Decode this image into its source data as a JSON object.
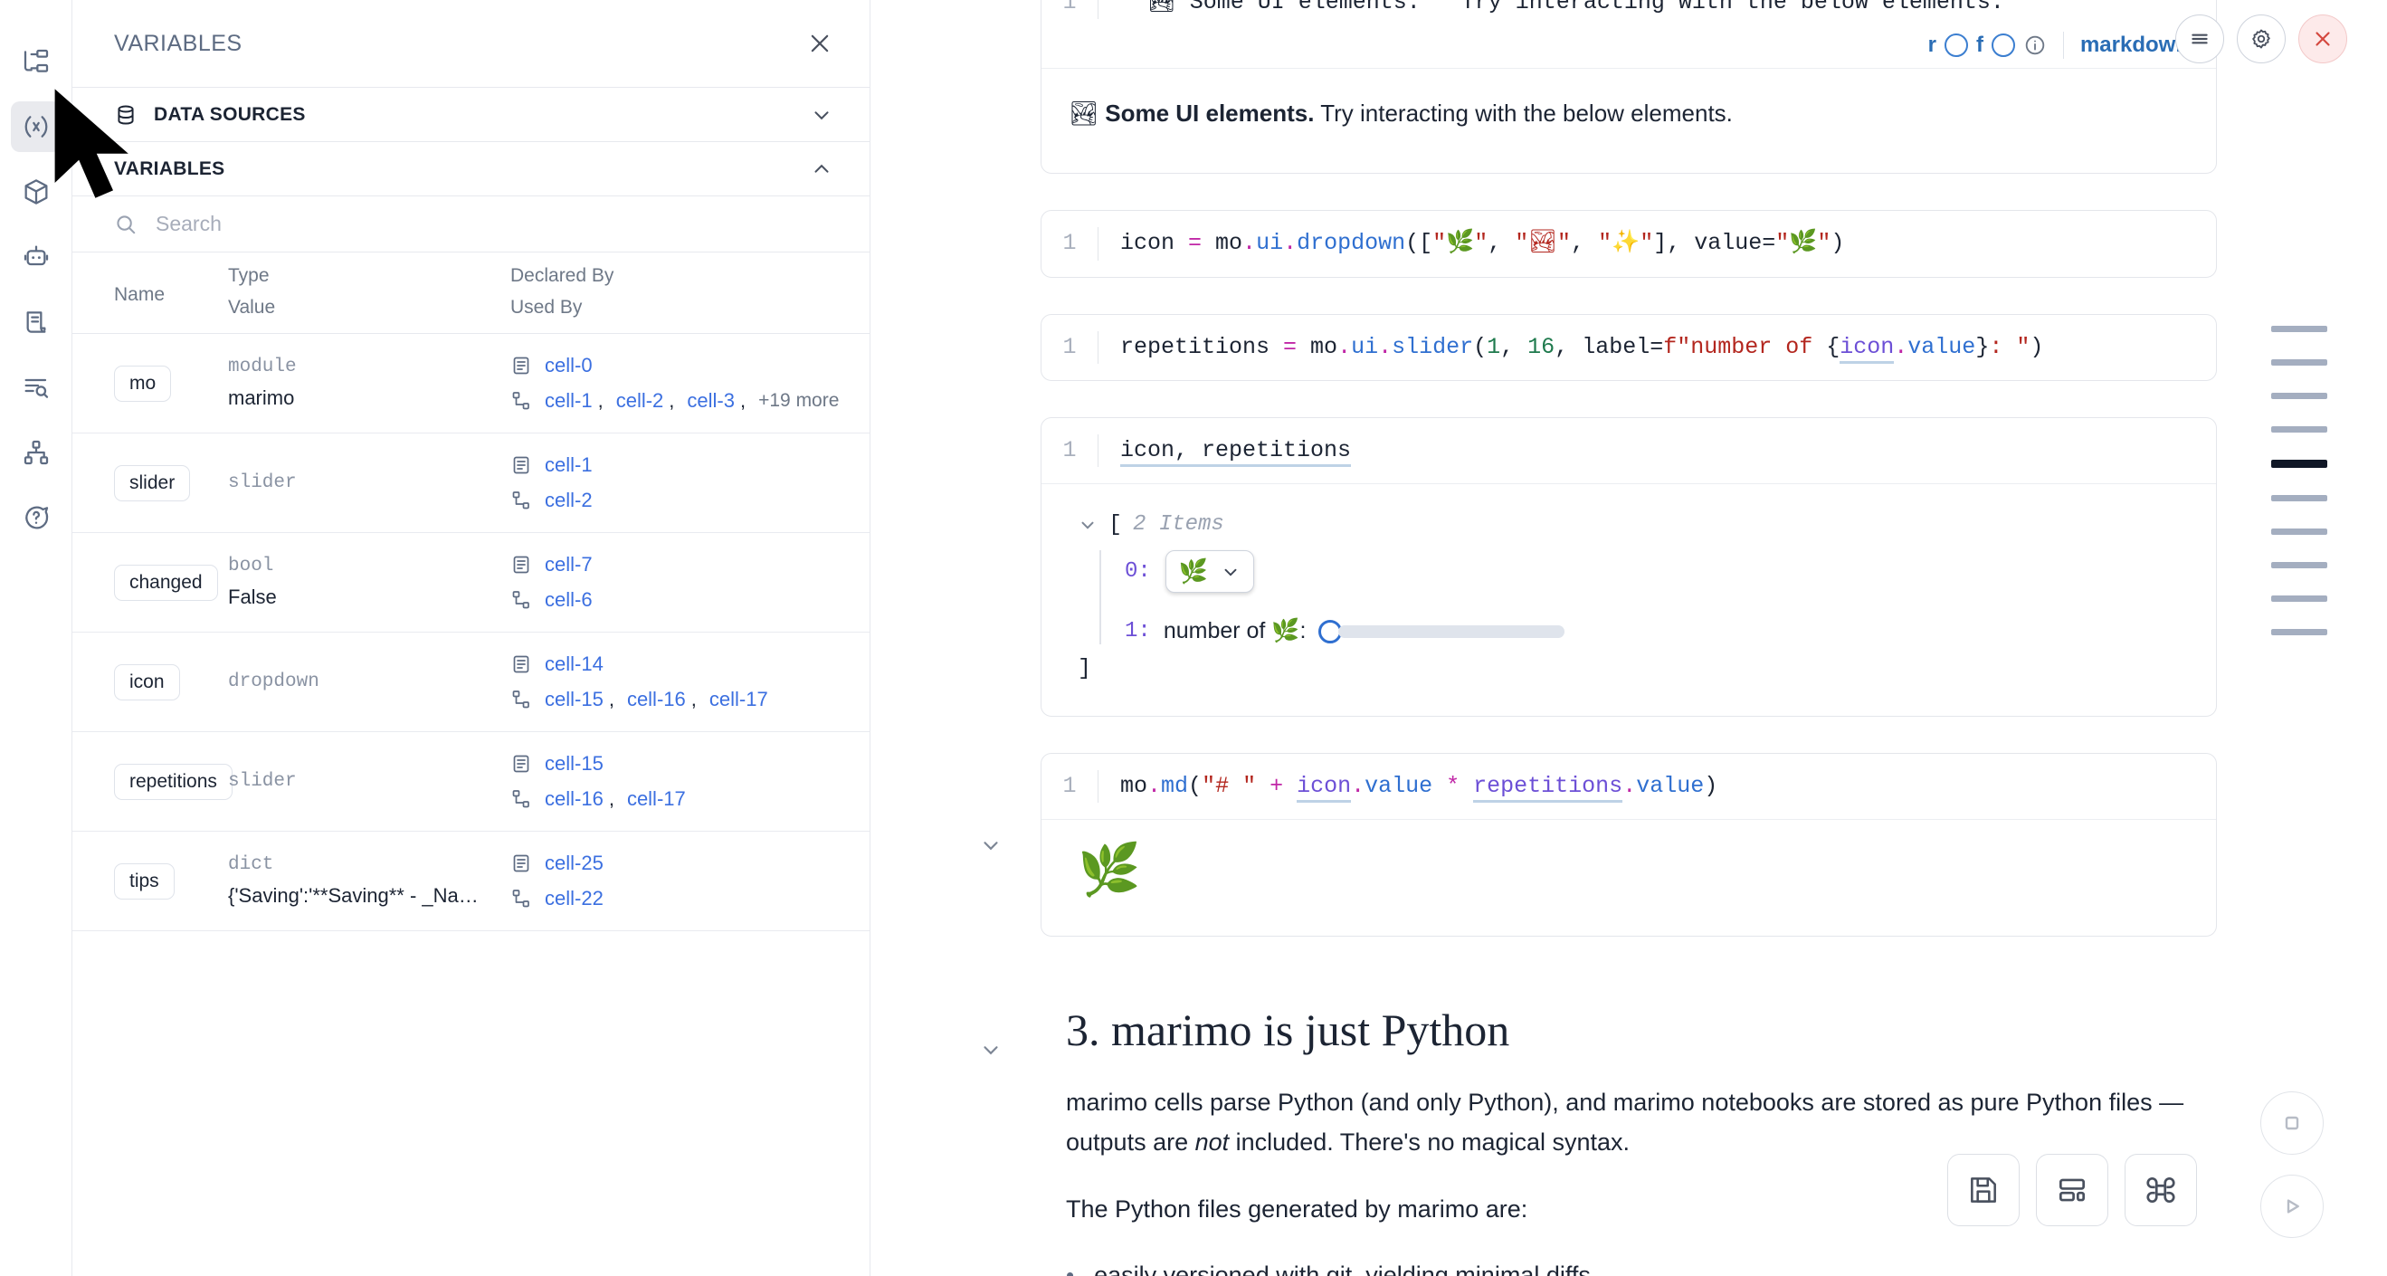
{
  "rail": {
    "items": [
      {
        "name": "file-tree-icon",
        "label": "File explorer"
      },
      {
        "name": "variables-icon",
        "label": "Variables",
        "active": true
      },
      {
        "name": "packages-icon",
        "label": "Packages"
      },
      {
        "name": "assistant-icon",
        "label": "AI assistant"
      },
      {
        "name": "documentation-icon",
        "label": "Documentation"
      },
      {
        "name": "search-icon",
        "label": "Search"
      },
      {
        "name": "dependency-graph-icon",
        "label": "Dependency graph"
      },
      {
        "name": "help-icon",
        "label": "Help"
      }
    ]
  },
  "panel": {
    "title": "VARIABLES",
    "close_label": "×",
    "sections": [
      {
        "label": "DATA SOURCES",
        "expanded": false
      },
      {
        "label": "VARIABLES",
        "expanded": true
      }
    ],
    "search": {
      "value": "",
      "placeholder": "Search"
    },
    "table": {
      "headers": {
        "name": "Name",
        "type": "Type",
        "value": "Value",
        "declared_by": "Declared By",
        "used_by": "Used By"
      },
      "rows": [
        {
          "name": "mo",
          "type": "module",
          "value": "marimo",
          "declared_by": [
            "cell-0"
          ],
          "used_by": [
            "cell-1",
            "cell-2",
            "cell-3"
          ],
          "used_by_more": "+19 more"
        },
        {
          "name": "slider",
          "type": "slider",
          "value": "",
          "declared_by": [
            "cell-1"
          ],
          "used_by": [
            "cell-2"
          ],
          "used_by_more": ""
        },
        {
          "name": "changed",
          "type": "bool",
          "value": "False",
          "declared_by": [
            "cell-7"
          ],
          "used_by": [
            "cell-6"
          ],
          "used_by_more": ""
        },
        {
          "name": "icon",
          "type": "dropdown",
          "value": "",
          "declared_by": [
            "cell-14"
          ],
          "used_by": [
            "cell-15",
            "cell-16",
            "cell-17"
          ],
          "used_by_more": ""
        },
        {
          "name": "repetitions",
          "type": "slider",
          "value": "",
          "declared_by": [
            "cell-15"
          ],
          "used_by": [
            "cell-16",
            "cell-17"
          ],
          "used_by_more": ""
        },
        {
          "name": "tips",
          "type": "dict",
          "value": "{'Saving':'**Saving** - _Na…",
          "declared_by": [
            "cell-25"
          ],
          "used_by": [
            "cell-22"
          ],
          "used_by_more": ""
        }
      ]
    }
  },
  "notebook": {
    "top_cell": {
      "line_no": "1",
      "code_truncated": "\"\"🏞 Some UI elements.\"\" Try interacting with the below elements.",
      "toolbar": {
        "r_label": "r",
        "f_label": "f",
        "info_icon": "info-icon",
        "language": "markdown"
      },
      "output_emoji": "🏞",
      "output_bold": "Some UI elements.",
      "output_rest": " Try interacting with the below elements."
    },
    "cells": [
      {
        "line_no": "1",
        "tokens": [
          {
            "t": "icon ",
            "c": "plain"
          },
          {
            "t": "= ",
            "c": "op"
          },
          {
            "t": "mo",
            "c": "plain"
          },
          {
            "t": ".",
            "c": "op"
          },
          {
            "t": "ui",
            "c": "attr"
          },
          {
            "t": ".",
            "c": "op"
          },
          {
            "t": "dropdown",
            "c": "fn"
          },
          {
            "t": "([",
            "c": "plain"
          },
          {
            "t": "\"🌿\"",
            "c": "str"
          },
          {
            "t": ", ",
            "c": "plain"
          },
          {
            "t": "\"🏞\"",
            "c": "str"
          },
          {
            "t": ", ",
            "c": "plain"
          },
          {
            "t": "\"✨\"",
            "c": "str"
          },
          {
            "t": "], value=",
            "c": "plain"
          },
          {
            "t": "\"🌿\"",
            "c": "str"
          },
          {
            "t": ")",
            "c": "plain"
          }
        ]
      },
      {
        "line_no": "1",
        "tokens": [
          {
            "t": "repetitions ",
            "c": "plain"
          },
          {
            "t": "= ",
            "c": "op"
          },
          {
            "t": "mo",
            "c": "plain"
          },
          {
            "t": ".",
            "c": "op"
          },
          {
            "t": "ui",
            "c": "attr"
          },
          {
            "t": ".",
            "c": "op"
          },
          {
            "t": "slider",
            "c": "fn"
          },
          {
            "t": "(",
            "c": "plain"
          },
          {
            "t": "1",
            "c": "num"
          },
          {
            "t": ", ",
            "c": "plain"
          },
          {
            "t": "16",
            "c": "num"
          },
          {
            "t": ", label=",
            "c": "plain"
          },
          {
            "t": "f\"number of ",
            "c": "str"
          },
          {
            "t": "{",
            "c": "plain"
          },
          {
            "t": "icon",
            "c": "uvar"
          },
          {
            "t": ".",
            "c": "op"
          },
          {
            "t": "value",
            "c": "attr"
          },
          {
            "t": "}",
            "c": "plain"
          },
          {
            "t": ": \"",
            "c": "str"
          },
          {
            "t": ")",
            "c": "plain"
          }
        ]
      }
    ],
    "ui_cell": {
      "line_no": "1",
      "code_plain": "icon, repetitions",
      "output": {
        "items_label": "2 Items",
        "open_bracket": "[",
        "close_bracket": "]",
        "entries": [
          {
            "index": "0:",
            "kind": "dropdown",
            "value": "🌿"
          },
          {
            "index": "1:",
            "kind": "slider",
            "label": "number of 🌿:"
          }
        ]
      }
    },
    "md_cell": {
      "line_no": "1",
      "tokens": [
        {
          "t": "mo",
          "c": "plain"
        },
        {
          "t": ".",
          "c": "op"
        },
        {
          "t": "md",
          "c": "fn"
        },
        {
          "t": "(",
          "c": "plain"
        },
        {
          "t": "\"# \"",
          "c": "str"
        },
        {
          "t": " + ",
          "c": "op"
        },
        {
          "t": "icon",
          "c": "uvar"
        },
        {
          "t": ".",
          "c": "op"
        },
        {
          "t": "value",
          "c": "attr"
        },
        {
          "t": " * ",
          "c": "op"
        },
        {
          "t": "repetitions",
          "c": "uvar"
        },
        {
          "t": ".",
          "c": "op"
        },
        {
          "t": "value",
          "c": "attr"
        },
        {
          "t": ")",
          "c": "plain"
        }
      ],
      "output_emoji": "🌿"
    },
    "section": {
      "heading": "3. marimo is just Python",
      "paragraph_1_a": "marimo cells parse Python (and only Python), and marimo notebooks are stored as pure Python files — outputs are ",
      "paragraph_1_em": "not",
      "paragraph_1_b": " included. There's no magical syntax.",
      "paragraph_2": "The Python files generated by marimo are:",
      "bullets": [
        "easily versioned with git, yielding minimal diffs"
      ]
    }
  },
  "minimap": {
    "marks": 10,
    "active_index": 4
  },
  "bottom_toolbar": {
    "buttons": [
      {
        "name": "save-button",
        "icon": "save-icon"
      },
      {
        "name": "layout-button",
        "icon": "layout-icon"
      },
      {
        "name": "command-palette-button",
        "icon": "command-icon"
      }
    ],
    "circles": [
      {
        "name": "stop-button",
        "icon": "stop-icon"
      },
      {
        "name": "run-button",
        "icon": "play-icon"
      }
    ]
  },
  "colors": {
    "link": "#3b6fe0",
    "accent": "#2a6db5",
    "danger": "#d4483f",
    "text": "#1c2433",
    "muted": "#6e7887",
    "border": "#e7e9ee"
  }
}
